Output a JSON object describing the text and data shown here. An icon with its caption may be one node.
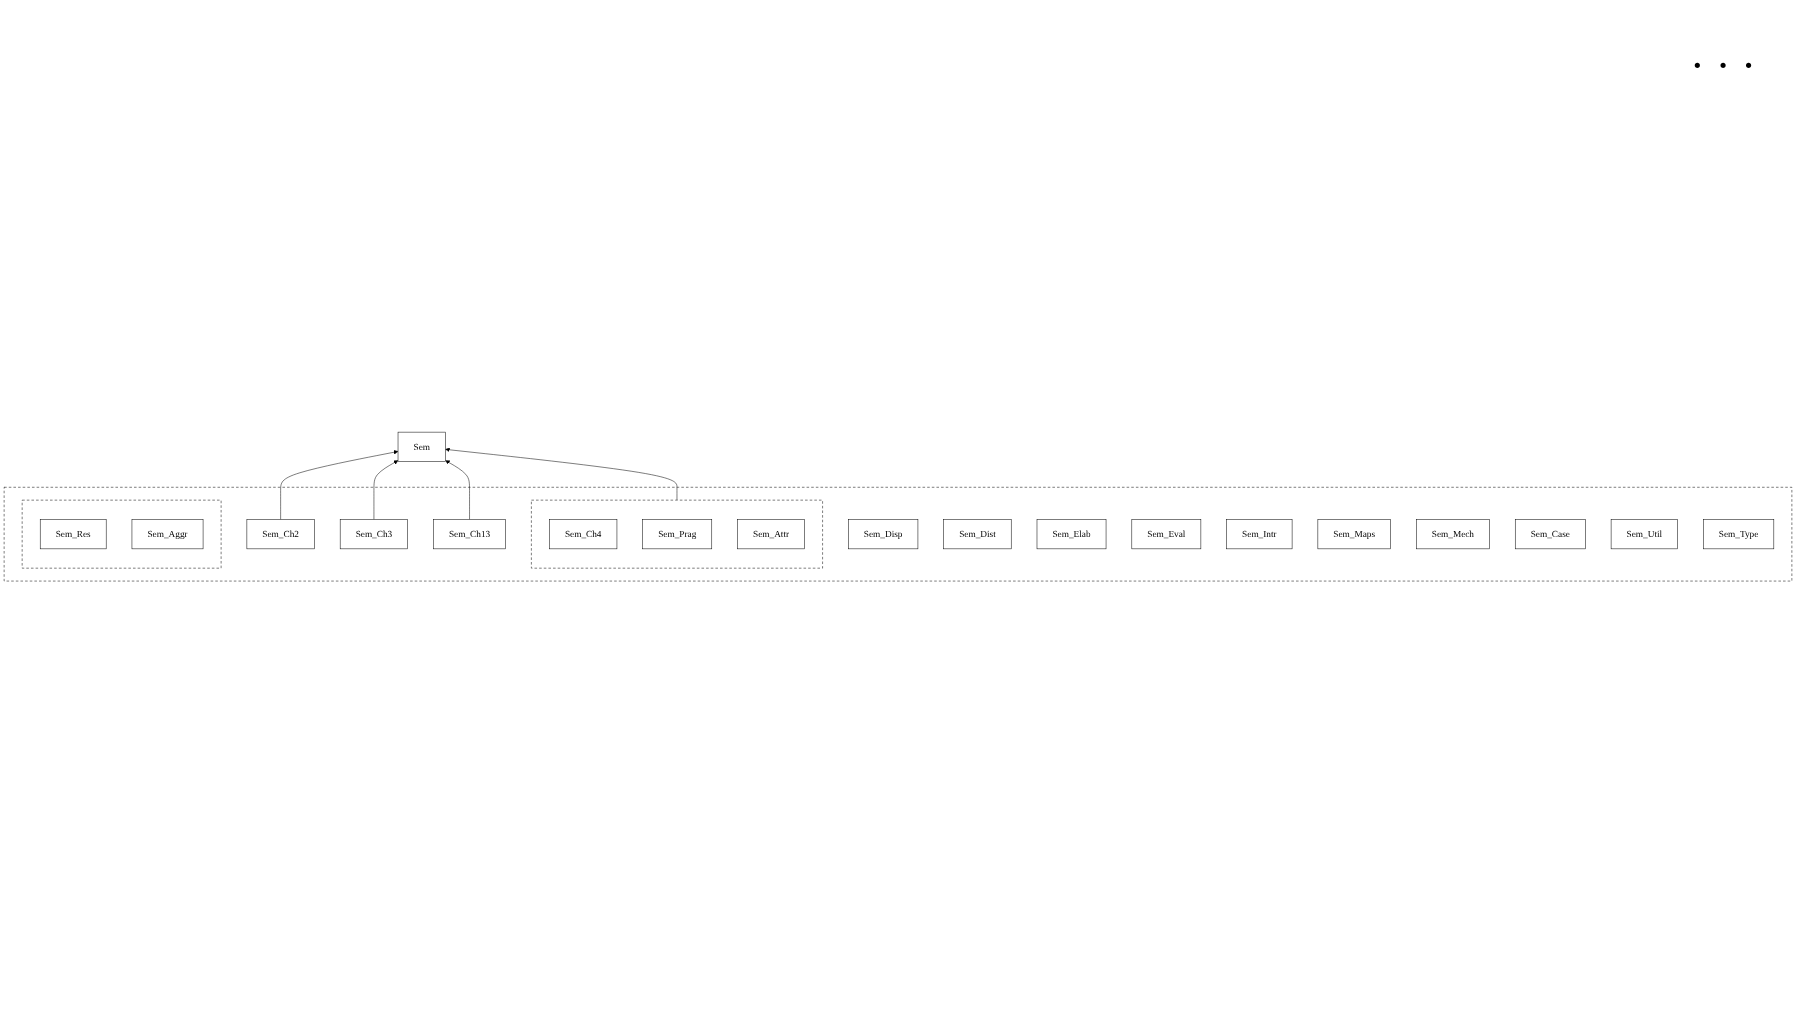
{
  "diagram": {
    "nodes": [
      {
        "text": [
          "Sem"
        ]
      },
      {
        "text": [],
        "shape": "box"
      },
      {
        "text": [
          "Sem_Ch2"
        ],
        "in": 1
      },
      {
        "text": [
          "Sem_Ch3"
        ],
        "in": 1
      },
      {
        "text": [],
        "shape": "box",
        "in": 1
      },
      {
        "text": [
          "Sem_Ch4"
        ],
        "in": 4
      },
      {
        "text": [
          "Sem_Prag"
        ],
        "in": 4
      },
      {
        "text": [
          "Sem_Attr"
        ],
        "in": 4
      },
      {
        "text": [
          "Sem_Ch13"
        ],
        "in": 1
      },
      {
        "text": [
          "Sem_Disp"
        ],
        "in": 1
      },
      {
        "text": [
          "Sem_Dist"
        ],
        "in": 1
      },
      {
        "text": [
          "Sem_Elab"
        ],
        "in": 1
      },
      {
        "text": [
          "Sem_Eval"
        ],
        "in": 1
      },
      {
        "text": [
          "Sem_Intr"
        ],
        "in": 1
      },
      {
        "text": [],
        "shape": "box",
        "in": 1
      },
      {
        "text": [
          "Sem_Res"
        ],
        "in": 14
      },
      {
        "text": [
          "Sem_Aggr"
        ],
        "in": 14
      },
      {
        "text": [
          "Sem_Maps"
        ],
        "in": 1
      },
      {
        "text": [
          "Sem_Mech"
        ],
        "in": 1
      },
      {
        "text": [
          "Sem_Case"
        ],
        "in": 1
      },
      {
        "text": [
          "Sem_Util"
        ],
        "in": 1
      },
      {
        "text": [
          "Sem_Type"
        ],
        "in": 1
      }
    ],
    "edges": [
      {
        "from": 2,
        "to": 0,
        "arrow": "to"
      },
      {
        "from": 3,
        "to": 0,
        "arrow": "to"
      },
      {
        "from": 4,
        "to": 0,
        "arrow": "to"
      },
      {
        "from": 8,
        "to": 0,
        "arrow": "to"
      }
    ],
    "labels": [
      "· · ·"
    ]
  }
}
